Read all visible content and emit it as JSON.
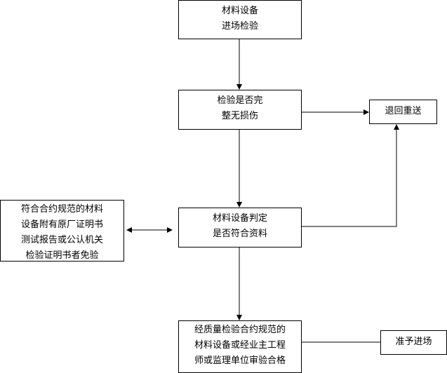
{
  "nodes": {
    "n1": {
      "lines": [
        "材料设备",
        "进场检验"
      ]
    },
    "n2": {
      "lines": [
        "检验是否完",
        "整无损伤"
      ]
    },
    "n3": {
      "lines": [
        "材料设备判定",
        "是否符合资料"
      ]
    },
    "n4": {
      "lines": [
        "经质量检验合约规范的",
        "材料设备或经业主工程",
        "师或监理单位审验合格"
      ]
    },
    "return": {
      "lines": [
        "退回重送"
      ]
    },
    "approve": {
      "lines": [
        "准予进场"
      ]
    },
    "side": {
      "lines": [
        "符合合约规范的材料",
        "设备附有原厂证明书",
        "测试报告或公认机关",
        "检验证明书者免验"
      ]
    }
  }
}
